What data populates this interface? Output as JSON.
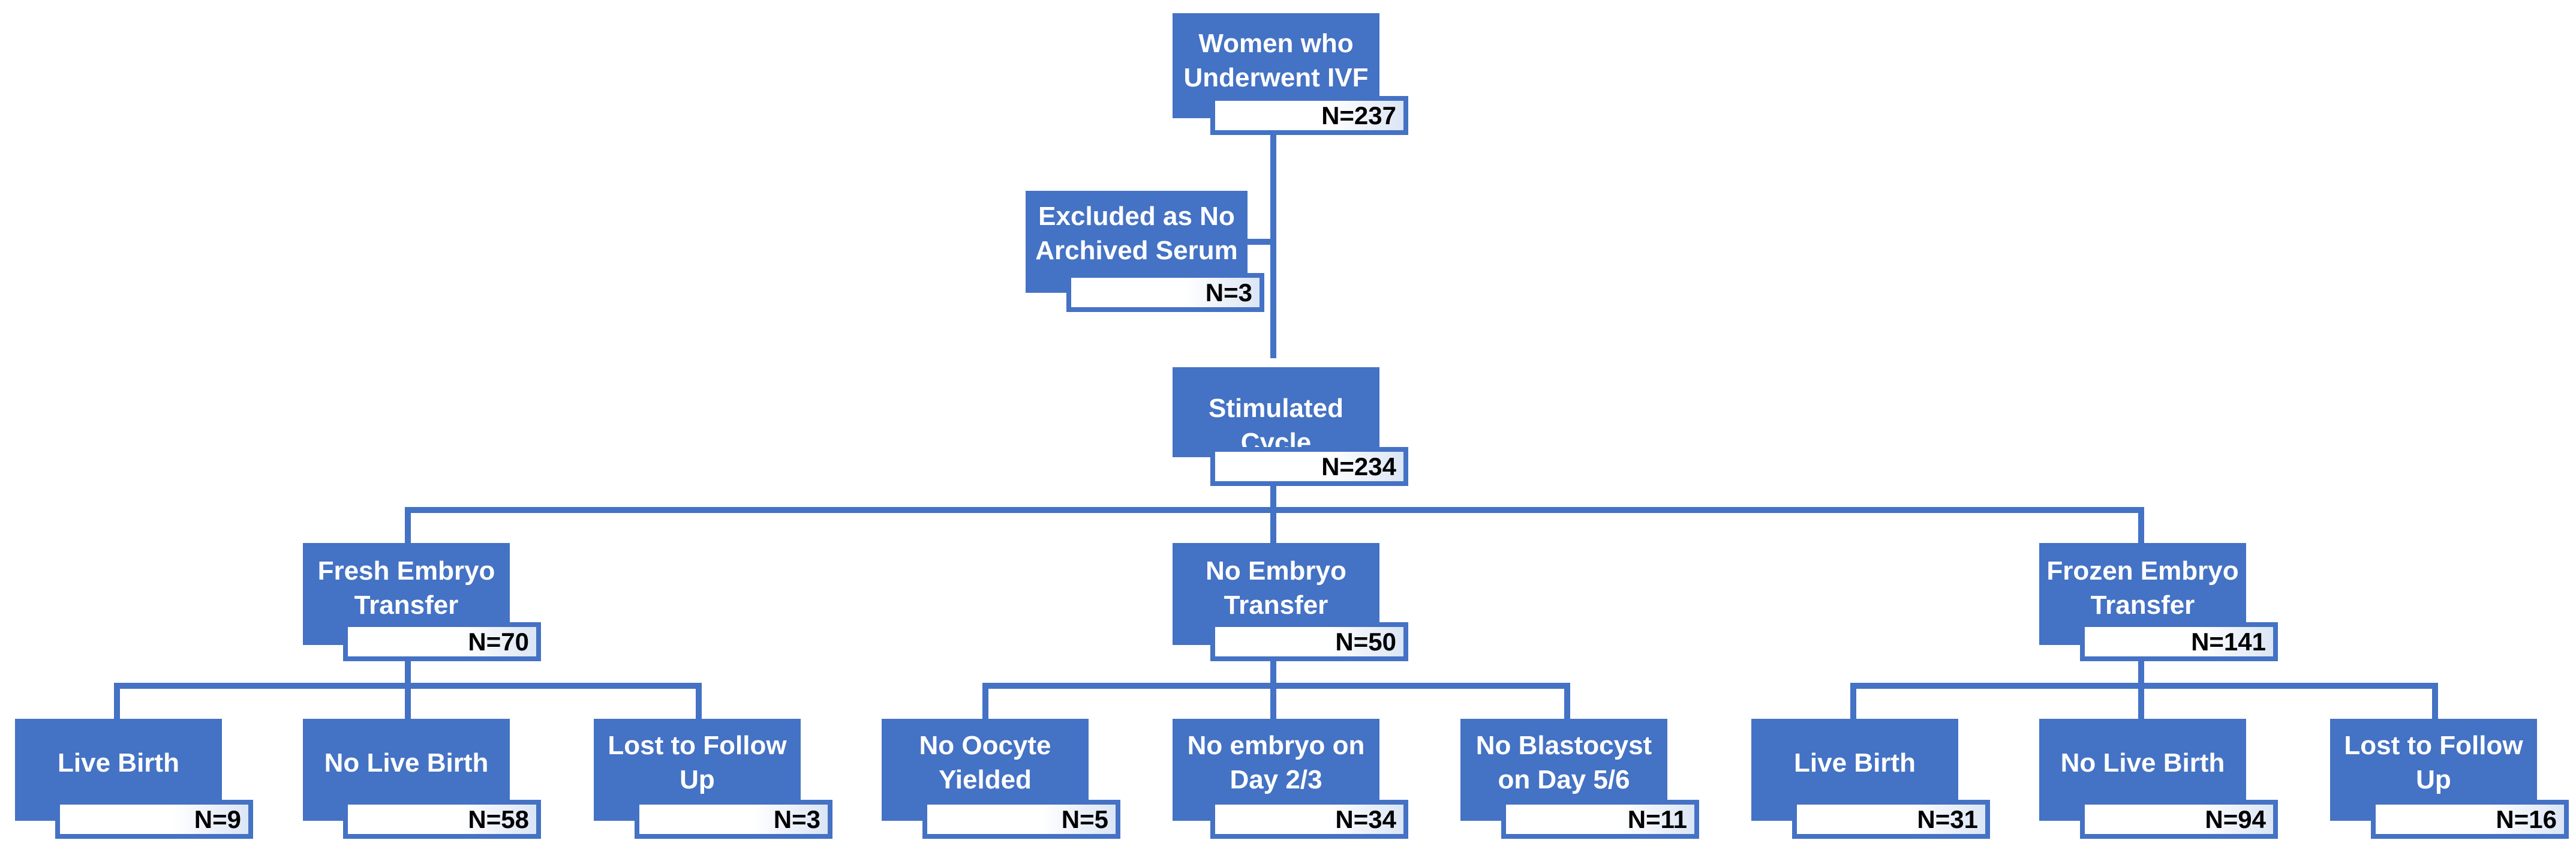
{
  "nodes": {
    "root": {
      "title": "Women who\nUnderwent IVF",
      "count": "N=237"
    },
    "excluded": {
      "title": "Excluded as No\nArchived Serum",
      "count": "N=3"
    },
    "stimulated": {
      "title": "Stimulated Cycle",
      "count": "N=234"
    },
    "fresh": {
      "title": "Fresh Embryo\nTransfer",
      "count": "N=70"
    },
    "no_embryo": {
      "title": "No Embryo\nTransfer",
      "count": "N=50"
    },
    "frozen": {
      "title": "Frozen Embryo\nTransfer",
      "count": "N=141"
    },
    "fresh_live": {
      "title": "Live Birth",
      "count": "N=9"
    },
    "fresh_nolive": {
      "title": "No Live Birth",
      "count": "N=58"
    },
    "fresh_lost": {
      "title": "Lost to Follow\nUp",
      "count": "N=3"
    },
    "no_oocyte": {
      "title": "No Oocyte\nYielded",
      "count": "N=5"
    },
    "no_day23": {
      "title": "No embryo on\nDay 2/3",
      "count": "N=34"
    },
    "no_day56": {
      "title": "No Blastocyst\non Day 5/6",
      "count": "N=11"
    },
    "frozen_live": {
      "title": "Live Birth",
      "count": "N=31"
    },
    "frozen_nolive": {
      "title": "No Live Birth",
      "count": "N=94"
    },
    "frozen_lost": {
      "title": "Lost to Follow\nUp",
      "count": "N=16"
    }
  },
  "colors": {
    "box": "#4472C4",
    "line": "#4472C4",
    "count_text": "#000000"
  }
}
